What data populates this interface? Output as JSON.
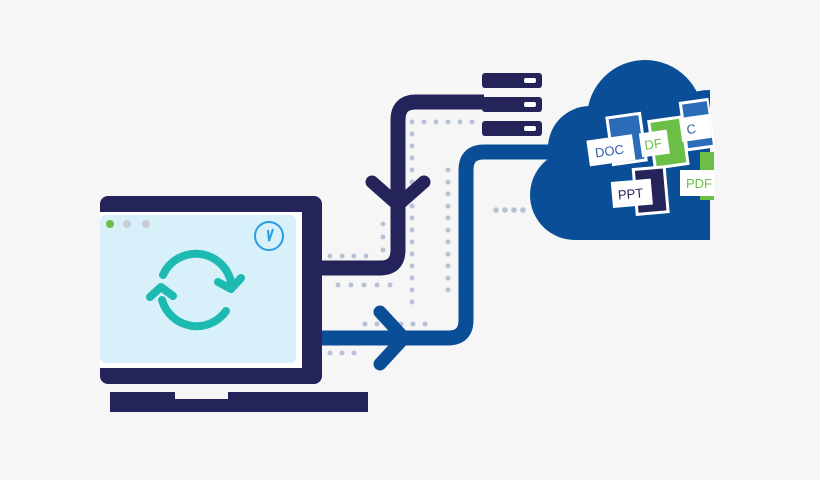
{
  "colors": {
    "background": "#f6f6f6",
    "navy": "#25245a",
    "blue": "#0b4e98",
    "teal": "#1dbab1",
    "screen": "#d8f0fa",
    "green": "#6cbf46",
    "dots": "#b7c2d6",
    "clock": "#2a9de0"
  },
  "icons": [
    "laptop-icon",
    "sync-icon",
    "clock-icon",
    "server-icon",
    "cloud-icon",
    "download-arrow-icon",
    "upload-arrow-icon"
  ],
  "documents": [
    {
      "label": "DOC",
      "type": "doc"
    },
    {
      "label": "DF",
      "type": "pdf"
    },
    {
      "label": "C",
      "type": "doc"
    },
    {
      "label": "PPT",
      "type": "ppt"
    },
    {
      "label": "PDF",
      "type": "pdf"
    }
  ]
}
